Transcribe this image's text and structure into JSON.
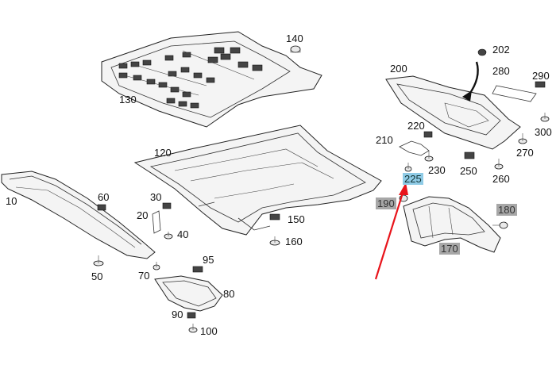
{
  "diagram": {
    "callouts": [
      {
        "id": "c140",
        "text": "140"
      },
      {
        "id": "c130",
        "text": "130"
      },
      {
        "id": "c120",
        "text": "120"
      },
      {
        "id": "c10",
        "text": "10"
      },
      {
        "id": "c60",
        "text": "60"
      },
      {
        "id": "c30",
        "text": "30"
      },
      {
        "id": "c20",
        "text": "20"
      },
      {
        "id": "c40",
        "text": "40"
      },
      {
        "id": "c150",
        "text": "150"
      },
      {
        "id": "c160",
        "text": "160"
      },
      {
        "id": "c50",
        "text": "50"
      },
      {
        "id": "c70",
        "text": "70"
      },
      {
        "id": "c95",
        "text": "95"
      },
      {
        "id": "c80",
        "text": "80"
      },
      {
        "id": "c90",
        "text": "90"
      },
      {
        "id": "c100",
        "text": "100"
      },
      {
        "id": "c202",
        "text": "202"
      },
      {
        "id": "c200",
        "text": "200"
      },
      {
        "id": "c280",
        "text": "280"
      },
      {
        "id": "c290",
        "text": "290"
      },
      {
        "id": "c300",
        "text": "300"
      },
      {
        "id": "c220",
        "text": "220"
      },
      {
        "id": "c210",
        "text": "210"
      },
      {
        "id": "c230",
        "text": "230"
      },
      {
        "id": "c250",
        "text": "250"
      },
      {
        "id": "c270",
        "text": "270"
      },
      {
        "id": "c260",
        "text": "260"
      },
      {
        "id": "c225",
        "text": "225"
      },
      {
        "id": "c190",
        "text": "190"
      },
      {
        "id": "c180",
        "text": "180"
      },
      {
        "id": "c170",
        "text": "170"
      }
    ],
    "highlight_colors": {
      "gray": "#a7a7a7",
      "blue": "#8fcbe6",
      "arrow": "#e8141b"
    }
  }
}
